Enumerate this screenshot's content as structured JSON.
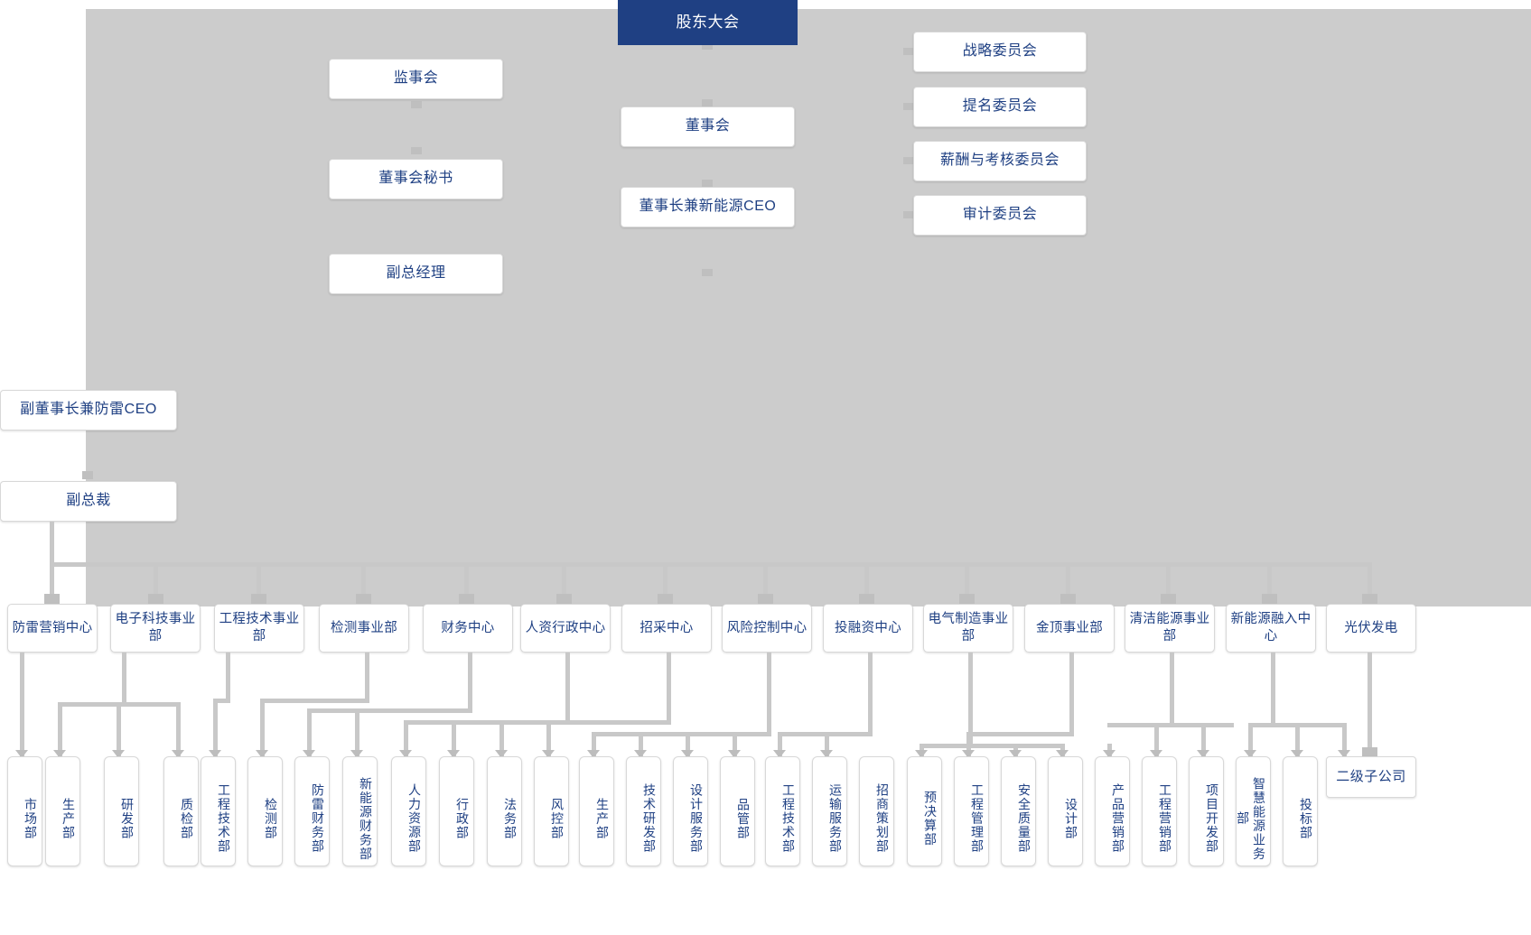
{
  "meta": {
    "title": "组织架构图",
    "colors": {
      "panel_background": "#cccccc",
      "node_text": "#1f4083",
      "hero_background": "#1f4083",
      "connector": "#c8c8c8",
      "page_background": "#ffffff"
    }
  },
  "governance": {
    "shareholders_meeting": "股东大会",
    "board_of_directors": "董事会",
    "chairman_ceo": "董事长兼新能源CEO",
    "supervisory_board": "监事会",
    "board_secretary": "董事会秘书",
    "deputy_general_manager": "副总经理",
    "vice_chairman_ceo": "副董事长兼防雷CEO",
    "vice_president": "副总裁"
  },
  "committees": [
    {
      "label": "战略委员会"
    },
    {
      "label": "提名委员会"
    },
    {
      "label": "薪酬与考核委员会"
    },
    {
      "label": "审计委员会"
    }
  ],
  "departments": [
    {
      "id": "d1",
      "label": "防雷营销中心"
    },
    {
      "id": "d2",
      "label": "电子科技事业部"
    },
    {
      "id": "d3",
      "label": "工程技术事业部"
    },
    {
      "id": "d4",
      "label": "检测事业部"
    },
    {
      "id": "d5",
      "label": "财务中心"
    },
    {
      "id": "d6",
      "label": "人资行政中心"
    },
    {
      "id": "d7",
      "label": "招采中心"
    },
    {
      "id": "d8",
      "label": "风险控制中心"
    },
    {
      "id": "d9",
      "label": "投融资中心"
    },
    {
      "id": "d10",
      "label": "电气制造事业部"
    },
    {
      "id": "d11",
      "label": "金顶事业部"
    },
    {
      "id": "d12",
      "label": "清洁能源事业部"
    },
    {
      "id": "d13",
      "label": "新能源融入中心"
    },
    {
      "id": "d14",
      "label": "光伏发电"
    }
  ],
  "sub_departments": [
    {
      "id": "s1",
      "label": "市场部"
    },
    {
      "id": "s2",
      "label": "生产部"
    },
    {
      "id": "s3",
      "label": "研发部"
    },
    {
      "id": "s4",
      "label": "质检部"
    },
    {
      "id": "s5",
      "label": "工程技术部"
    },
    {
      "id": "s6",
      "label": "检测部"
    },
    {
      "id": "s7",
      "label": "防雷财务部"
    },
    {
      "id": "s8",
      "label": "新能源财务部"
    },
    {
      "id": "s9",
      "label": "人力资源部"
    },
    {
      "id": "s10",
      "label": "行政部"
    },
    {
      "id": "s11",
      "label": "法务部"
    },
    {
      "id": "s12",
      "label": "风控部"
    },
    {
      "id": "s13",
      "label": "生产部"
    },
    {
      "id": "s14",
      "label": "技术研发部"
    },
    {
      "id": "s15",
      "label": "设计服务部"
    },
    {
      "id": "s16",
      "label": "品管部"
    },
    {
      "id": "s17",
      "label": "工程技术部"
    },
    {
      "id": "s18",
      "label": "运输服务部"
    },
    {
      "id": "s19",
      "label": "招商策划部"
    },
    {
      "id": "s20",
      "label": "预决算部"
    },
    {
      "id": "s21",
      "label": "工程管理部"
    },
    {
      "id": "s22",
      "label": "安全质量部"
    },
    {
      "id": "s23",
      "label": "设计部"
    },
    {
      "id": "s24",
      "label": "产品营销部"
    },
    {
      "id": "s25",
      "label": "工程营销部"
    },
    {
      "id": "s26",
      "label": "项目开发部"
    },
    {
      "id": "s27",
      "label": "智慧能源业务部"
    },
    {
      "id": "s28",
      "label": "投标部"
    }
  ],
  "subsidiary": {
    "label": "二级子公司"
  }
}
